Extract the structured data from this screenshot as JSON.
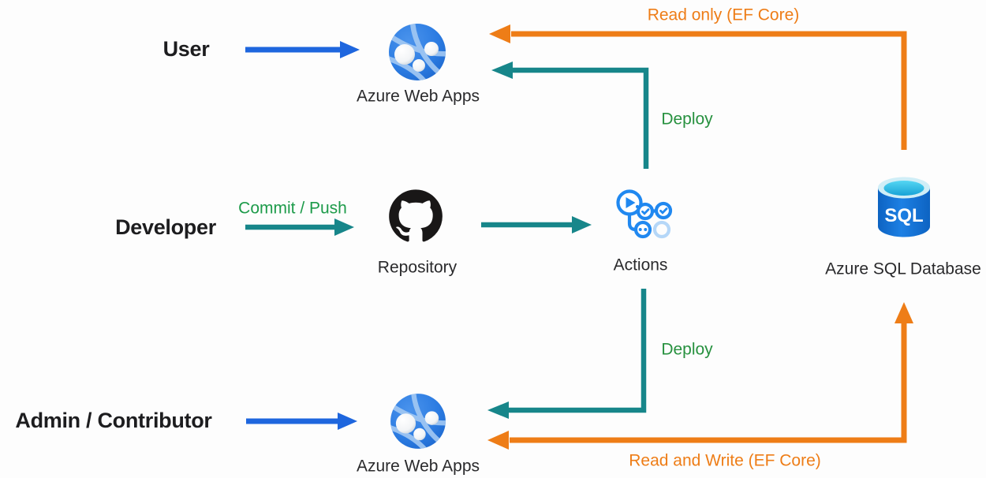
{
  "diagram": {
    "actors": {
      "user": "User",
      "developer": "Developer",
      "admin": "Admin / Contributor"
    },
    "nodes": {
      "webapp_top": "Azure Web Apps",
      "repository": "Repository",
      "actions": "Actions",
      "sql": "Azure SQL Database",
      "webapp_bottom": "Azure Web Apps"
    },
    "edge_labels": {
      "read_only": "Read only (EF Core)",
      "deploy_top": "Deploy",
      "commit_push": "Commit / Push",
      "deploy_bottom": "Deploy",
      "read_write": "Read and Write (EF Core)"
    },
    "icons": {
      "webapp_top": "azure-web-apps-icon",
      "repository": "github-icon",
      "actions": "github-actions-icon",
      "sql": "azure-sql-database-icon",
      "webapp_bottom": "azure-web-apps-icon",
      "sql_badge": "SQL"
    },
    "edges": [
      {
        "id": "user-to-webapp-top",
        "from": "User",
        "to": "Azure Web Apps",
        "color": "#1e66de"
      },
      {
        "id": "developer-to-repository",
        "from": "Developer",
        "to": "Repository",
        "label": "Commit / Push",
        "color": "#17868a"
      },
      {
        "id": "repository-to-actions",
        "from": "Repository",
        "to": "Actions",
        "color": "#17868a"
      },
      {
        "id": "actions-to-webapp-top",
        "from": "Actions",
        "to": "Azure Web Apps",
        "label": "Deploy",
        "color": "#17868a"
      },
      {
        "id": "actions-to-webapp-bottom",
        "from": "Actions",
        "to": "Azure Web Apps",
        "label": "Deploy",
        "color": "#17868a"
      },
      {
        "id": "sql-to-webapp-top",
        "from": "Azure SQL Database",
        "to": "Azure Web Apps",
        "label": "Read only (EF Core)",
        "color": "#ee7d17"
      },
      {
        "id": "sql-webapp-bottom-bidirectional",
        "from": "Azure SQL Database",
        "to": "Azure Web Apps",
        "label": "Read and Write (EF Core)",
        "color": "#ee7d17",
        "bidirectional": true
      },
      {
        "id": "admin-to-webapp-bottom",
        "from": "Admin / Contributor",
        "to": "Azure Web Apps",
        "color": "#1e66de"
      }
    ],
    "colors": {
      "arrow_blue": "#1e66de",
      "arrow_teal": "#17868a",
      "arrow_orange": "#ee7d17",
      "label_green_commit": "#1d9b4a",
      "label_green_deploy": "#27913f",
      "label_orange": "#ee7d17",
      "actor_text": "#1d1d1f",
      "node_label_text": "#2a2a2c",
      "background": "#fdfdfd"
    }
  }
}
